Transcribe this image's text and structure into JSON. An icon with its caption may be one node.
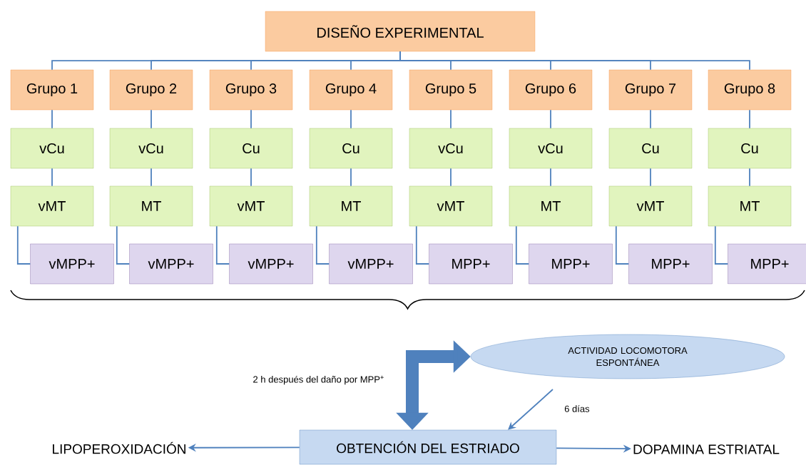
{
  "diagram": {
    "nodes": [
      {
        "text": [
          "DISEÑO EXPERIMENTAL"
        ]
      },
      {
        "text": [
          "Grupo 1"
        ]
      },
      {
        "text": [
          "Grupo 2"
        ]
      },
      {
        "text": [
          "Grupo 3"
        ]
      },
      {
        "text": [
          "Grupo 4"
        ]
      },
      {
        "text": [
          "Grupo 5"
        ]
      },
      {
        "text": [
          "Grupo 6"
        ]
      },
      {
        "text": [
          "Grupo 7"
        ]
      },
      {
        "text": [
          "Grupo 8"
        ]
      },
      {
        "text": [
          "vCu"
        ]
      },
      {
        "text": [
          "vCu"
        ]
      },
      {
        "text": [
          "Cu"
        ]
      },
      {
        "text": [
          "Cu"
        ]
      },
      {
        "text": [
          "vCu"
        ]
      },
      {
        "text": [
          "vCu"
        ]
      },
      {
        "text": [
          "Cu"
        ]
      },
      {
        "text": [
          "Cu"
        ]
      },
      {
        "text": [
          "vMT"
        ]
      },
      {
        "text": [
          "MT"
        ]
      },
      {
        "text": [
          "vMT"
        ]
      },
      {
        "text": [
          "MT"
        ]
      },
      {
        "text": [
          "vMT"
        ]
      },
      {
        "text": [
          "MT"
        ]
      },
      {
        "text": [
          "vMT"
        ]
      },
      {
        "text": [
          "MT"
        ]
      },
      {
        "text": [
          "vMPP+"
        ]
      },
      {
        "text": [
          "vMPP+"
        ]
      },
      {
        "text": [
          "vMPP+"
        ]
      },
      {
        "text": [
          "vMPP+"
        ]
      },
      {
        "text": [
          "MPP+"
        ]
      },
      {
        "text": [
          "MPP+"
        ]
      },
      {
        "text": [
          "MPP+"
        ]
      },
      {
        "text": [
          "MPP+"
        ]
      },
      {
        "text": [
          "ACTIVIDAD LOCOMOTORA ESPONTÁNEA"
        ]
      },
      {
        "text": [
          "OBTENCIÓN DEL ESTRIADO"
        ]
      },
      {
        "text": [
          "LIPOPEROXIDACIÓN"
        ]
      },
      {
        "text": [
          "DOPAMINA ESTRIATAL"
        ]
      }
    ],
    "edges": [
      {
        "from": 0,
        "to": 1,
        "arrow": "none"
      },
      {
        "from": 0,
        "to": 2,
        "arrow": "none"
      },
      {
        "from": 0,
        "to": 3,
        "arrow": "none"
      },
      {
        "from": 0,
        "to": 4,
        "arrow": "none"
      },
      {
        "from": 0,
        "to": 5,
        "arrow": "none"
      },
      {
        "from": 0,
        "to": 6,
        "arrow": "none"
      },
      {
        "from": 0,
        "to": 7,
        "arrow": "none"
      },
      {
        "from": 0,
        "to": 8,
        "arrow": "none"
      },
      {
        "from": 1,
        "to": 9,
        "arrow": "none"
      },
      {
        "from": 2,
        "to": 10,
        "arrow": "none"
      },
      {
        "from": 3,
        "to": 11,
        "arrow": "none"
      },
      {
        "from": 4,
        "to": 12,
        "arrow": "none"
      },
      {
        "from": 5,
        "to": 13,
        "arrow": "none"
      },
      {
        "from": 6,
        "to": 14,
        "arrow": "none"
      },
      {
        "from": 7,
        "to": 15,
        "arrow": "none"
      },
      {
        "from": 8,
        "to": 16,
        "arrow": "none"
      },
      {
        "from": 9,
        "to": 17,
        "arrow": "none"
      },
      {
        "from": 10,
        "to": 18,
        "arrow": "none"
      },
      {
        "from": 11,
        "to": 19,
        "arrow": "none"
      },
      {
        "from": 12,
        "to": 20,
        "arrow": "none"
      },
      {
        "from": 13,
        "to": 21,
        "arrow": "none"
      },
      {
        "from": 14,
        "to": 22,
        "arrow": "none"
      },
      {
        "from": 15,
        "to": 23,
        "arrow": "none"
      },
      {
        "from": 16,
        "to": 24,
        "arrow": "none"
      },
      {
        "from": 17,
        "to": 25,
        "arrow": "none"
      },
      {
        "from": 18,
        "to": 26,
        "arrow": "none"
      },
      {
        "from": 19,
        "to": 27,
        "arrow": "none"
      },
      {
        "from": 20,
        "to": 28,
        "arrow": "none"
      },
      {
        "from": 21,
        "to": 29,
        "arrow": "none"
      },
      {
        "from": 22,
        "to": 30,
        "arrow": "none"
      },
      {
        "from": 23,
        "to": 31,
        "arrow": "none"
      },
      {
        "from": 24,
        "to": 32,
        "arrow": "none"
      },
      {
        "from": null,
        "to": 33,
        "arrow": "to",
        "style": "thick"
      },
      {
        "from": null,
        "to": 34,
        "arrow": "to",
        "style": "thick",
        "label": "2 h después del daño por MPP$^{+}$"
      },
      {
        "from": 33,
        "to": 34,
        "arrow": "to",
        "label": "6 días"
      },
      {
        "from": 34,
        "to": 35,
        "arrow": "to"
      },
      {
        "from": 34,
        "to": 36,
        "arrow": "to"
      }
    ]
  }
}
